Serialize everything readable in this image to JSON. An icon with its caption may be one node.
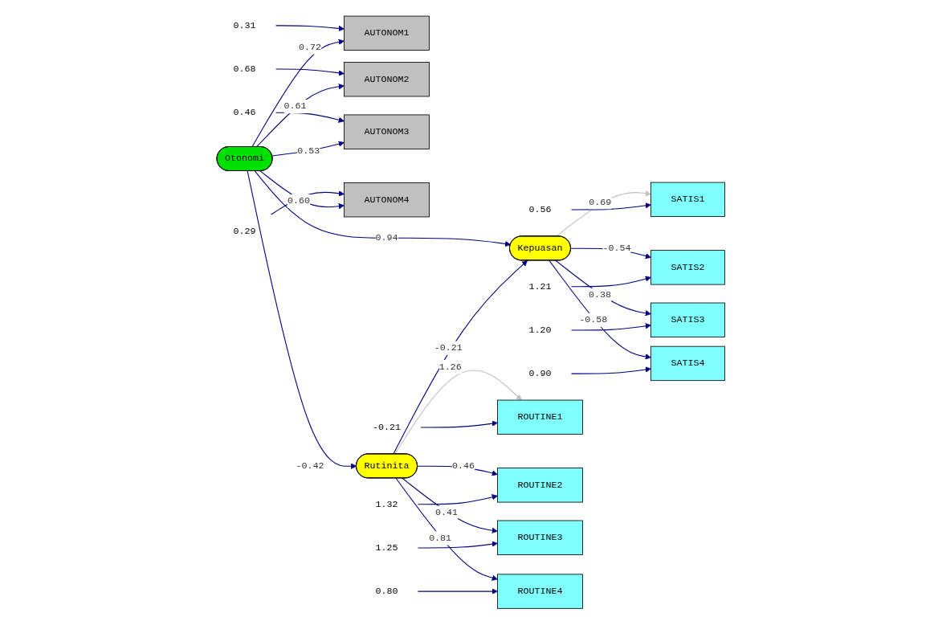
{
  "diagram": {
    "nodes": [
      {
        "text": [
          "0.31"
        ]
      },
      {
        "text": [
          "AUTONOM1"
        ]
      },
      {
        "text": [
          "0.68"
        ]
      },
      {
        "text": [
          "AUTONOM2"
        ]
      },
      {
        "text": [
          "0.46"
        ]
      },
      {
        "text": [
          "AUTONOM3"
        ]
      },
      {
        "text": [
          "0.29"
        ]
      },
      {
        "text": [
          "AUTONOM4"
        ]
      },
      {
        "text": [
          "Otonomi"
        ]
      },
      {
        "text": [
          "Kepuasan"
        ]
      },
      {
        "text": [
          "Rutinita"
        ]
      },
      {
        "text": [
          "SATIS1"
        ]
      },
      {
        "text": [
          "0.56"
        ]
      },
      {
        "text": [
          "SATIS2"
        ]
      },
      {
        "text": [
          "1.21"
        ]
      },
      {
        "text": [
          "SATIS3"
        ]
      },
      {
        "text": [
          "1.20"
        ]
      },
      {
        "text": [
          "SATIS4"
        ]
      },
      {
        "text": [
          "0.90"
        ]
      },
      {
        "text": [
          "ROUTINE1"
        ]
      },
      {
        "text": [
          "-0.21"
        ]
      },
      {
        "text": [
          "ROUTINE2"
        ]
      },
      {
        "text": [
          "1.32"
        ]
      },
      {
        "text": [
          "ROUTINE3"
        ]
      },
      {
        "text": [
          "1.25"
        ]
      },
      {
        "text": [
          "ROUTINE4"
        ]
      },
      {
        "text": [
          "0.80"
        ]
      }
    ],
    "edges": [
      {
        "from": 0,
        "to": 1,
        "arrow": "to"
      },
      {
        "from": 2,
        "to": 3,
        "arrow": "to"
      },
      {
        "from": 4,
        "to": 5,
        "arrow": "to"
      },
      {
        "from": 6,
        "to": 7,
        "arrow": "to"
      },
      {
        "from": 8,
        "to": 1,
        "arrow": "to",
        "label": "0.72"
      },
      {
        "from": 8,
        "to": 3,
        "arrow": "to",
        "label": "0.61"
      },
      {
        "from": 8,
        "to": 5,
        "arrow": "to",
        "label": "0.53"
      },
      {
        "from": 8,
        "to": 7,
        "arrow": "to",
        "label": "0.60"
      },
      {
        "from": 8,
        "to": 9,
        "arrow": "to",
        "label": "0.94"
      },
      {
        "from": 8,
        "to": 10,
        "arrow": "to",
        "label": "-0.42"
      },
      {
        "from": 9,
        "to": 11,
        "arrow": "to",
        "label": "0.69",
        "color": "#c0c0c0"
      },
      {
        "from": 9,
        "to": 13,
        "arrow": "to",
        "label": "-0.54"
      },
      {
        "from": 9,
        "to": 15,
        "arrow": "to",
        "label": "0.38"
      },
      {
        "from": 9,
        "to": 17,
        "arrow": "to",
        "label": "-0.58"
      },
      {
        "from": 10,
        "to": 9,
        "arrow": "to",
        "label": "-0.21"
      },
      {
        "from": 10,
        "to": 19,
        "arrow": "to",
        "label": "1.26",
        "color": "#c0c0c0"
      },
      {
        "from": 10,
        "to": 21,
        "arrow": "to",
        "label": "0.46"
      },
      {
        "from": 10,
        "to": 23,
        "arrow": "to",
        "label": "0.41"
      },
      {
        "from": 10,
        "to": 25,
        "arrow": "to",
        "label": "0.81"
      },
      {
        "from": 12,
        "to": 11,
        "arrow": "to"
      },
      {
        "from": 14,
        "to": 13,
        "arrow": "to"
      },
      {
        "from": 16,
        "to": 15,
        "arrow": "to"
      },
      {
        "from": 18,
        "to": 17,
        "arrow": "to"
      },
      {
        "from": 20,
        "to": 19,
        "arrow": "to"
      },
      {
        "from": 22,
        "to": 21,
        "arrow": "to"
      },
      {
        "from": 24,
        "to": 23,
        "arrow": "to"
      },
      {
        "from": 26,
        "to": 25,
        "arrow": "to"
      }
    ]
  }
}
